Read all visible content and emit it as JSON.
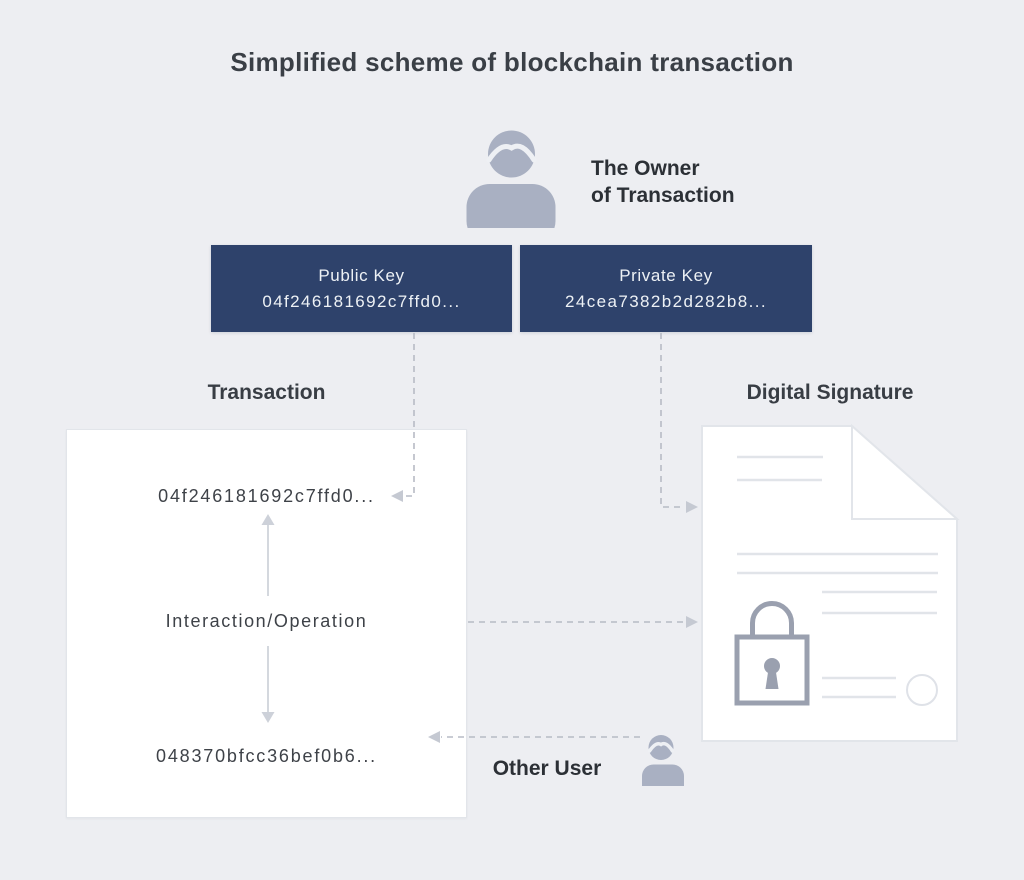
{
  "page": {
    "title": "Simplified scheme of blockchain transaction"
  },
  "owner": {
    "label": "The Owner\nof Transaction"
  },
  "keys": {
    "public": {
      "label": "Public Key",
      "value": "04f246181692c7ffd0..."
    },
    "private": {
      "label": "Private Key",
      "value": "24cea7382b2d282b8..."
    }
  },
  "transaction": {
    "label": "Transaction",
    "public_key_value": "04f246181692c7ffd0...",
    "operation_label": "Interaction/Operation",
    "other_key_value": "048370bfcc36bef0b6..."
  },
  "signature": {
    "label": "Digital Signature"
  },
  "other_user": {
    "label": "Other User"
  },
  "icons": {
    "owner": "person-icon",
    "other_user": "person-icon",
    "document": "document-icon",
    "lock": "padlock-icon",
    "stamp": "stamp-circle-icon"
  },
  "colors": {
    "background": "#edeef2",
    "key_box": "#2e426b",
    "key_box_text": "#edf1f5",
    "icon_gray": "#a9b0c2",
    "connector_gray": "#b7bbc5",
    "doc_line_gray": "#e1e4e9",
    "lock_gray": "#9aa0af",
    "text_dark": "#3a3f46"
  }
}
